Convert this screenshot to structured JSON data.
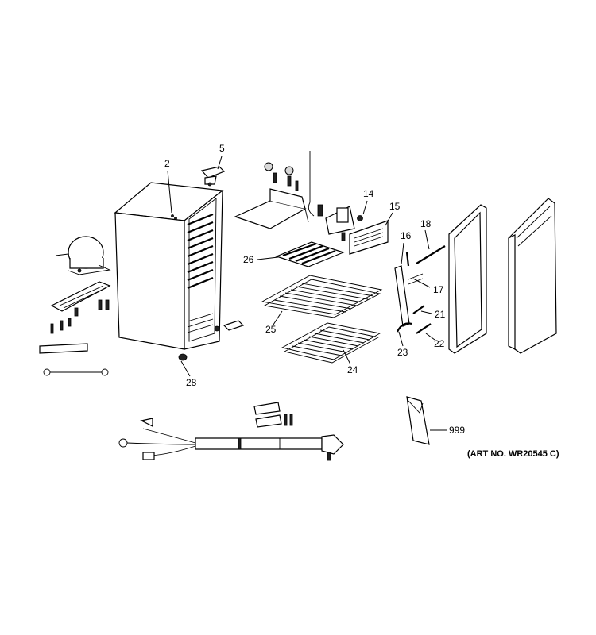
{
  "callouts": {
    "c2": "2",
    "c5": "5",
    "c14": "14",
    "c15": "15",
    "c16": "16",
    "c17": "17",
    "c18": "18",
    "c21": "21",
    "c22": "22",
    "c23": "23",
    "c24": "24",
    "c25": "25",
    "c26": "26",
    "c28": "28",
    "c999": "999"
  },
  "art_number": "(ART NO. WR20545 C)"
}
